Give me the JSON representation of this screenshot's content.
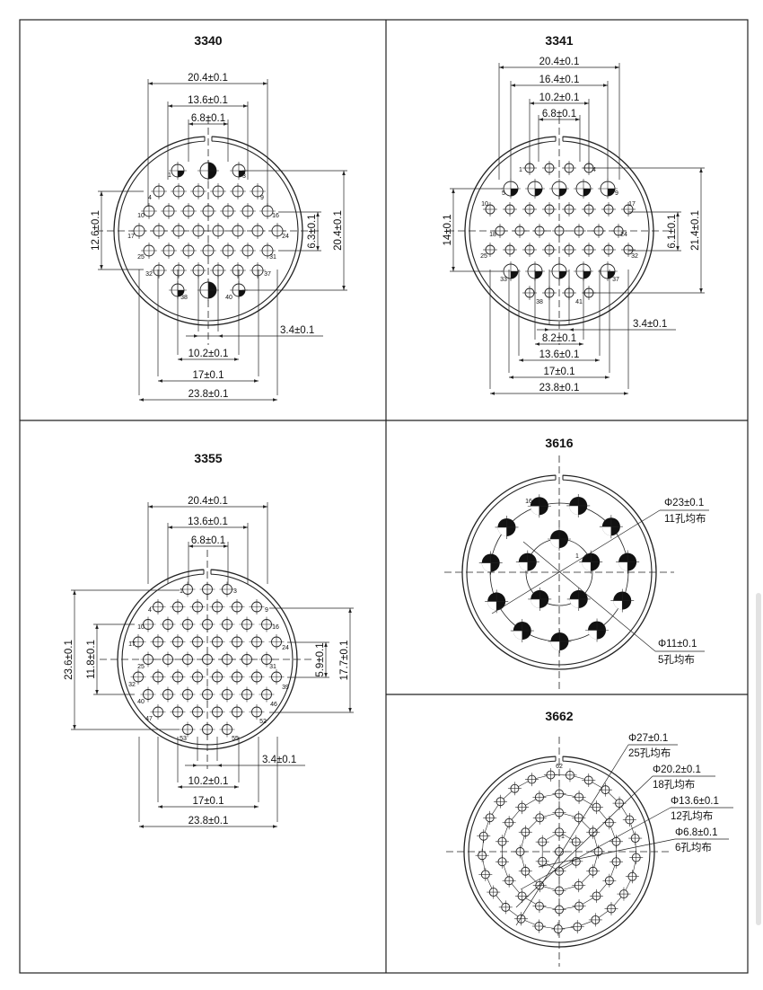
{
  "panels": {
    "p3340": {
      "title": "3340",
      "dims": {
        "d20_4_top": "20.4±0.1",
        "d13_6": "13.6±0.1",
        "d6_8": "6.8±0.1",
        "d12_6": "12.6±0.1",
        "d6_3": "6.3±0.1",
        "d20_4_right": "20.4±0.1",
        "d3_4": "3.4±0.1",
        "d10_2": "10.2±0.1",
        "d17": "17±0.1",
        "d23_8": "23.8±0.1"
      },
      "pin_labels": [
        "1",
        "3",
        "4",
        "9",
        "10",
        "16",
        "17",
        "24",
        "25",
        "31",
        "32",
        "37",
        "38",
        "40"
      ]
    },
    "p3341": {
      "title": "3341",
      "dims": {
        "d20_4": "20.4±0.1",
        "d16_4": "16.4±0.1",
        "d10_2": "10.2±0.1",
        "d6_8": "6.8±0.1",
        "d14": "14±0.1",
        "d6_1": "6.1±0.1",
        "d21_4": "21.4±0.1",
        "d3_4": "3.4±0.1",
        "d8_2": "8.2±0.1",
        "d13_6": "13.6±0.1",
        "d17": "17±0.1",
        "d23_8": "23.8±0.1"
      },
      "pin_labels": [
        "1",
        "4",
        "5",
        "9",
        "10",
        "17",
        "18",
        "24",
        "25",
        "32",
        "33",
        "37",
        "38",
        "41"
      ]
    },
    "p3355": {
      "title": "3355",
      "dims": {
        "d20_4": "20.4±0.1",
        "d13_6": "13.6±0.1",
        "d6_8": "6.8±0.1",
        "d23_6": "23.6±0.1",
        "d11_8": "11.8±0.1",
        "d5_9": "5.9±0.1",
        "d17_7": "17.7±0.1",
        "d3_4": "3.4±0.1",
        "d10_2": "10.2±0.1",
        "d17": "17±0.1",
        "d23_8": "23.8±0.1"
      },
      "pin_labels": [
        "1",
        "3",
        "4",
        "9",
        "10",
        "16",
        "17",
        "24",
        "25",
        "31",
        "32",
        "39",
        "40",
        "46",
        "47",
        "52",
        "53",
        "55"
      ]
    },
    "p3616": {
      "title": "3616",
      "callouts": [
        {
          "dia": "Φ23±0.1",
          "holes": "11孔均布"
        },
        {
          "dia": "Φ11±0.1",
          "holes": "5孔均布"
        }
      ],
      "pin_labels": [
        "16",
        "1"
      ]
    },
    "p3662": {
      "title": "3662",
      "callouts": [
        {
          "dia": "Φ27±0.1",
          "holes": "25孔均布"
        },
        {
          "dia": "Φ20.2±0.1",
          "holes": "18孔均布"
        },
        {
          "dia": "Φ13.6±0.1",
          "holes": "12孔均布"
        },
        {
          "dia": "Φ6.8±0.1",
          "holes": "6孔均布"
        }
      ],
      "pin_labels": [
        "62",
        "1"
      ]
    }
  }
}
